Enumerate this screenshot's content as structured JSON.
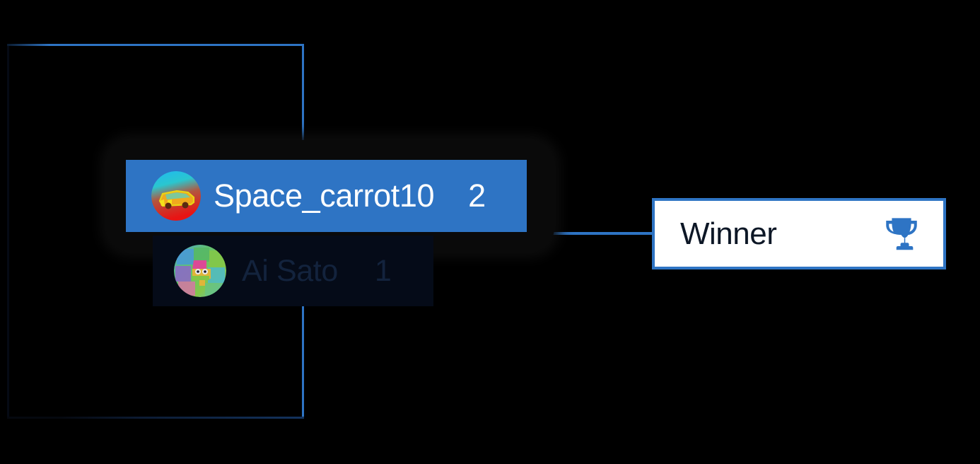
{
  "theme": {
    "background": "#000000",
    "accent_blue": "#2E74C4",
    "callout_background": "#FFFFFF",
    "callout_text": "#0d1726",
    "row_highlight": "#2E74C4",
    "row_dim": "#050b18",
    "row_dim_text": "#13233d",
    "plate": "#0a0a0a"
  },
  "annotation": {
    "rect_name": "scoreboard-region-outline",
    "connector_name": "winner-callout-connector"
  },
  "leaderboard": {
    "rows": [
      {
        "rank": 1,
        "avatar_icon": "car-avatar-icon",
        "name": "Space_carrot10",
        "score": "2",
        "state": "highlighted"
      },
      {
        "rank": 2,
        "avatar_icon": "puzzle-monster-avatar-icon",
        "name": "Ai Sato",
        "score": "1",
        "state": "dimmed"
      }
    ]
  },
  "winner_callout": {
    "label": "Winner",
    "icon": "trophy-icon",
    "icon_color": "#2E74C4",
    "border_color": "#2E74C4"
  }
}
